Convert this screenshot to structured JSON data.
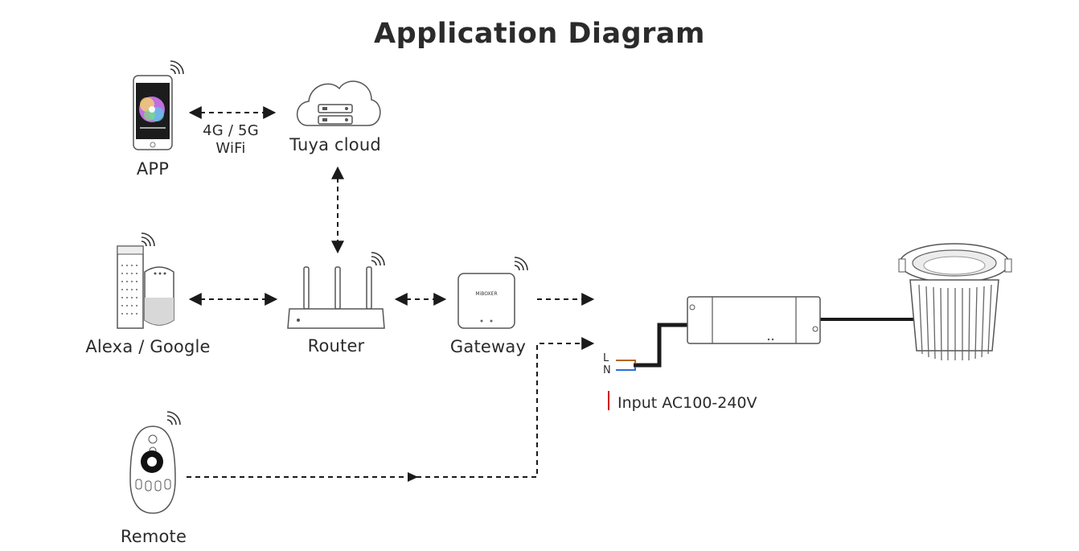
{
  "title": "Application Diagram",
  "labels": {
    "app": "APP",
    "link": [
      "4G / 5G",
      "WiFi"
    ],
    "cloud": "Tuya cloud",
    "voice": "Alexa / Google",
    "router": "Router",
    "gateway": "Gateway",
    "remote": "Remote",
    "input": "Input AC100-240V",
    "l": "L",
    "n": "N"
  },
  "icons": [
    "phone-icon",
    "cloud-server-icon",
    "smart-speaker-icon",
    "router-icon",
    "gateway-icon",
    "remote-control-icon",
    "driver-box-icon",
    "downlight-icon",
    "wifi-signal-icon"
  ],
  "colors": {
    "line": "#1a1a1a",
    "live": "#b5651d",
    "neutral": "#2e6fd6",
    "input_mark": "#d0021b"
  }
}
